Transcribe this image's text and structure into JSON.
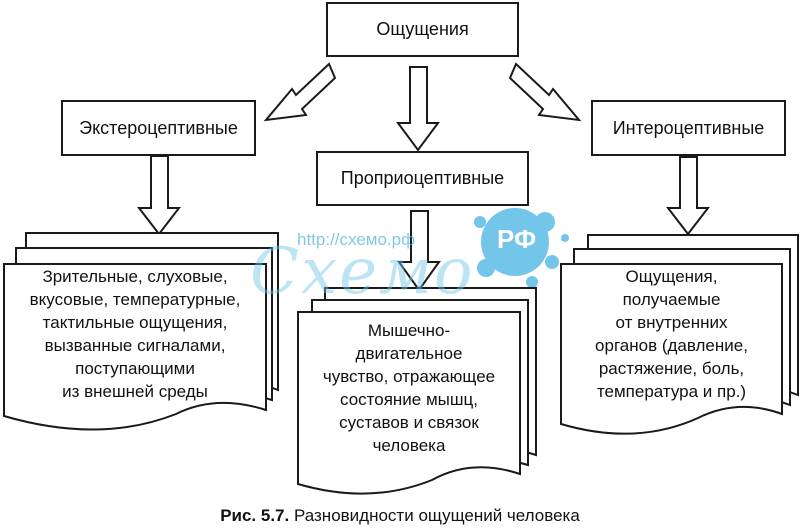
{
  "title": "Ощущения",
  "categories": {
    "left": "Экстероцептивные",
    "middle": "Проприоцептивные",
    "right": "Интероцептивные"
  },
  "details": {
    "left": "Зрительные, слуховые,\nвкусовые, температурные,\nтактильные ощущения,\nвызванные сигналами,\nпоступающими\nиз внешней среды",
    "middle": "Мышечно-\nдвигательное\nчувство, отражающее\nсостояние мышц,\nсуставов и связок\nчеловека",
    "right": "Ощущения,\nполучаемые\nот внутренних\nорганов (давление,\nрастяжение, боль,\nтемпература и пр.)"
  },
  "caption": {
    "label": "Рис. 5.7.",
    "text": "Разновидности ощущений человека"
  },
  "watermark": {
    "url": "http://схемо.рф",
    "word": "Схемо",
    "badge": "РФ"
  },
  "colors": {
    "line": "#1a1a1a",
    "watermark": "#5bbde6"
  }
}
